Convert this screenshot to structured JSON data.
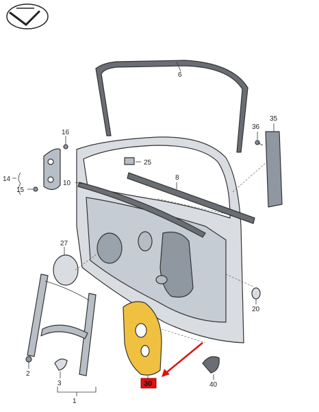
{
  "diagram": {
    "callouts": {
      "c1": "1",
      "c2": "2",
      "c3": "3",
      "c6": "6",
      "c8": "8",
      "c10": "10",
      "c14": "14",
      "c15": "15",
      "c16": "16",
      "c20": "20",
      "c25": "25",
      "c27": "27",
      "c30": "30",
      "c35": "35",
      "c36": "36",
      "c40": "40"
    },
    "highlight": {
      "part": "30",
      "fill_color": "#f0c040",
      "box_color": "#dd1111",
      "arrow_color": "#dd1111"
    },
    "colors": {
      "door_shell": "#d9dde2",
      "door_inner": "#c6ccd3",
      "seal": "#6a6e74",
      "part_grey": "#b8bec6"
    }
  }
}
